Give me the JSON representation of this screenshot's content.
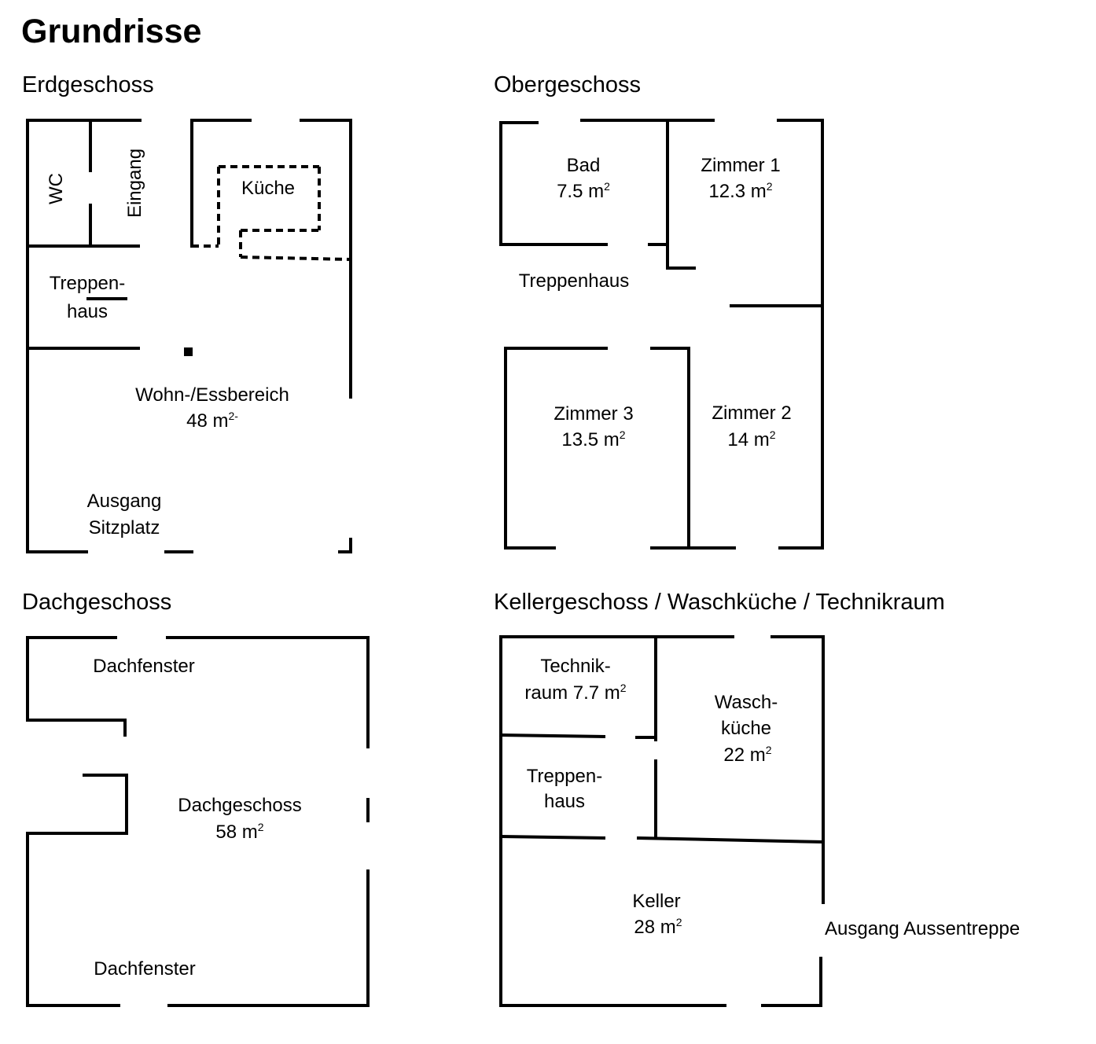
{
  "title": "Grundrisse",
  "floors": {
    "erdgeschoss": {
      "title": "Erdgeschoss",
      "rooms": {
        "wc": "WC",
        "eingang": "Eingang",
        "kueche": "Küche",
        "treppenhaus_1": "Treppen-",
        "treppenhaus_2": "haus",
        "wohn_name": "Wohn-/Essbereich",
        "wohn_area": "48 m",
        "wohn_area_sup": "2-",
        "ausgang_1": "Ausgang",
        "ausgang_2": "Sitzplatz"
      }
    },
    "obergeschoss": {
      "title": "Obergeschoss",
      "rooms": {
        "bad_name": "Bad",
        "bad_area": "7.5 m",
        "zimmer1_name": "Zimmer 1",
        "zimmer1_area": "12.3 m",
        "treppenhaus": "Treppenhaus",
        "zimmer3_name": "Zimmer 3",
        "zimmer3_area": "13.5 m",
        "zimmer2_name": "Zimmer 2",
        "zimmer2_area": "14 m",
        "sup": "2"
      }
    },
    "dachgeschoss": {
      "title": "Dachgeschoss",
      "rooms": {
        "dachfenster_top": "Dachfenster",
        "main_name": "Dachgeschoss",
        "main_area": "58 m",
        "dachfenster_bottom": "Dachfenster",
        "sup": "2"
      }
    },
    "kellergeschoss": {
      "title": "Kellergeschoss / Waschküche / Technikraum",
      "rooms": {
        "technik_1": "Technik-",
        "technik_2": "raum 7.7 m",
        "wasch_1": "Wasch-",
        "wasch_2": "küche",
        "wasch_area": "22 m",
        "treppen_1": "Treppen-",
        "treppen_2": "haus",
        "keller_name": "Keller",
        "keller_area": "28 m",
        "ausgang": "Ausgang Aussentreppe",
        "sup": "2"
      }
    }
  }
}
